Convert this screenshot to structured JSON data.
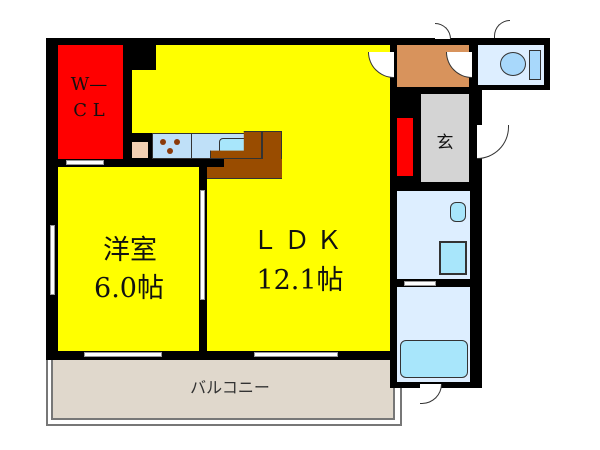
{
  "floorplan": {
    "colors": {
      "living": "#ffff00",
      "closet": "#ff0000",
      "entrance_hall": "#d8935c",
      "genkan": "#d4d4d4",
      "wet_area": "#ddeeff",
      "fixture": "#a8e6fb",
      "kitchen_counter": "#bfe0f8",
      "counter_wood": "#994c00",
      "balcony": "#e0d8cc",
      "wall": "#000000"
    },
    "rooms": {
      "walk_in_closet": {
        "label_line1": "W—",
        "label_line2": "C L"
      },
      "western_room": {
        "name": "洋室",
        "size": "6.0帖"
      },
      "ldk": {
        "name": "ＬＤＫ",
        "size": "12.1帖"
      },
      "entrance": {
        "name": "玄"
      },
      "balcony": {
        "name": "バルコニー"
      }
    }
  }
}
